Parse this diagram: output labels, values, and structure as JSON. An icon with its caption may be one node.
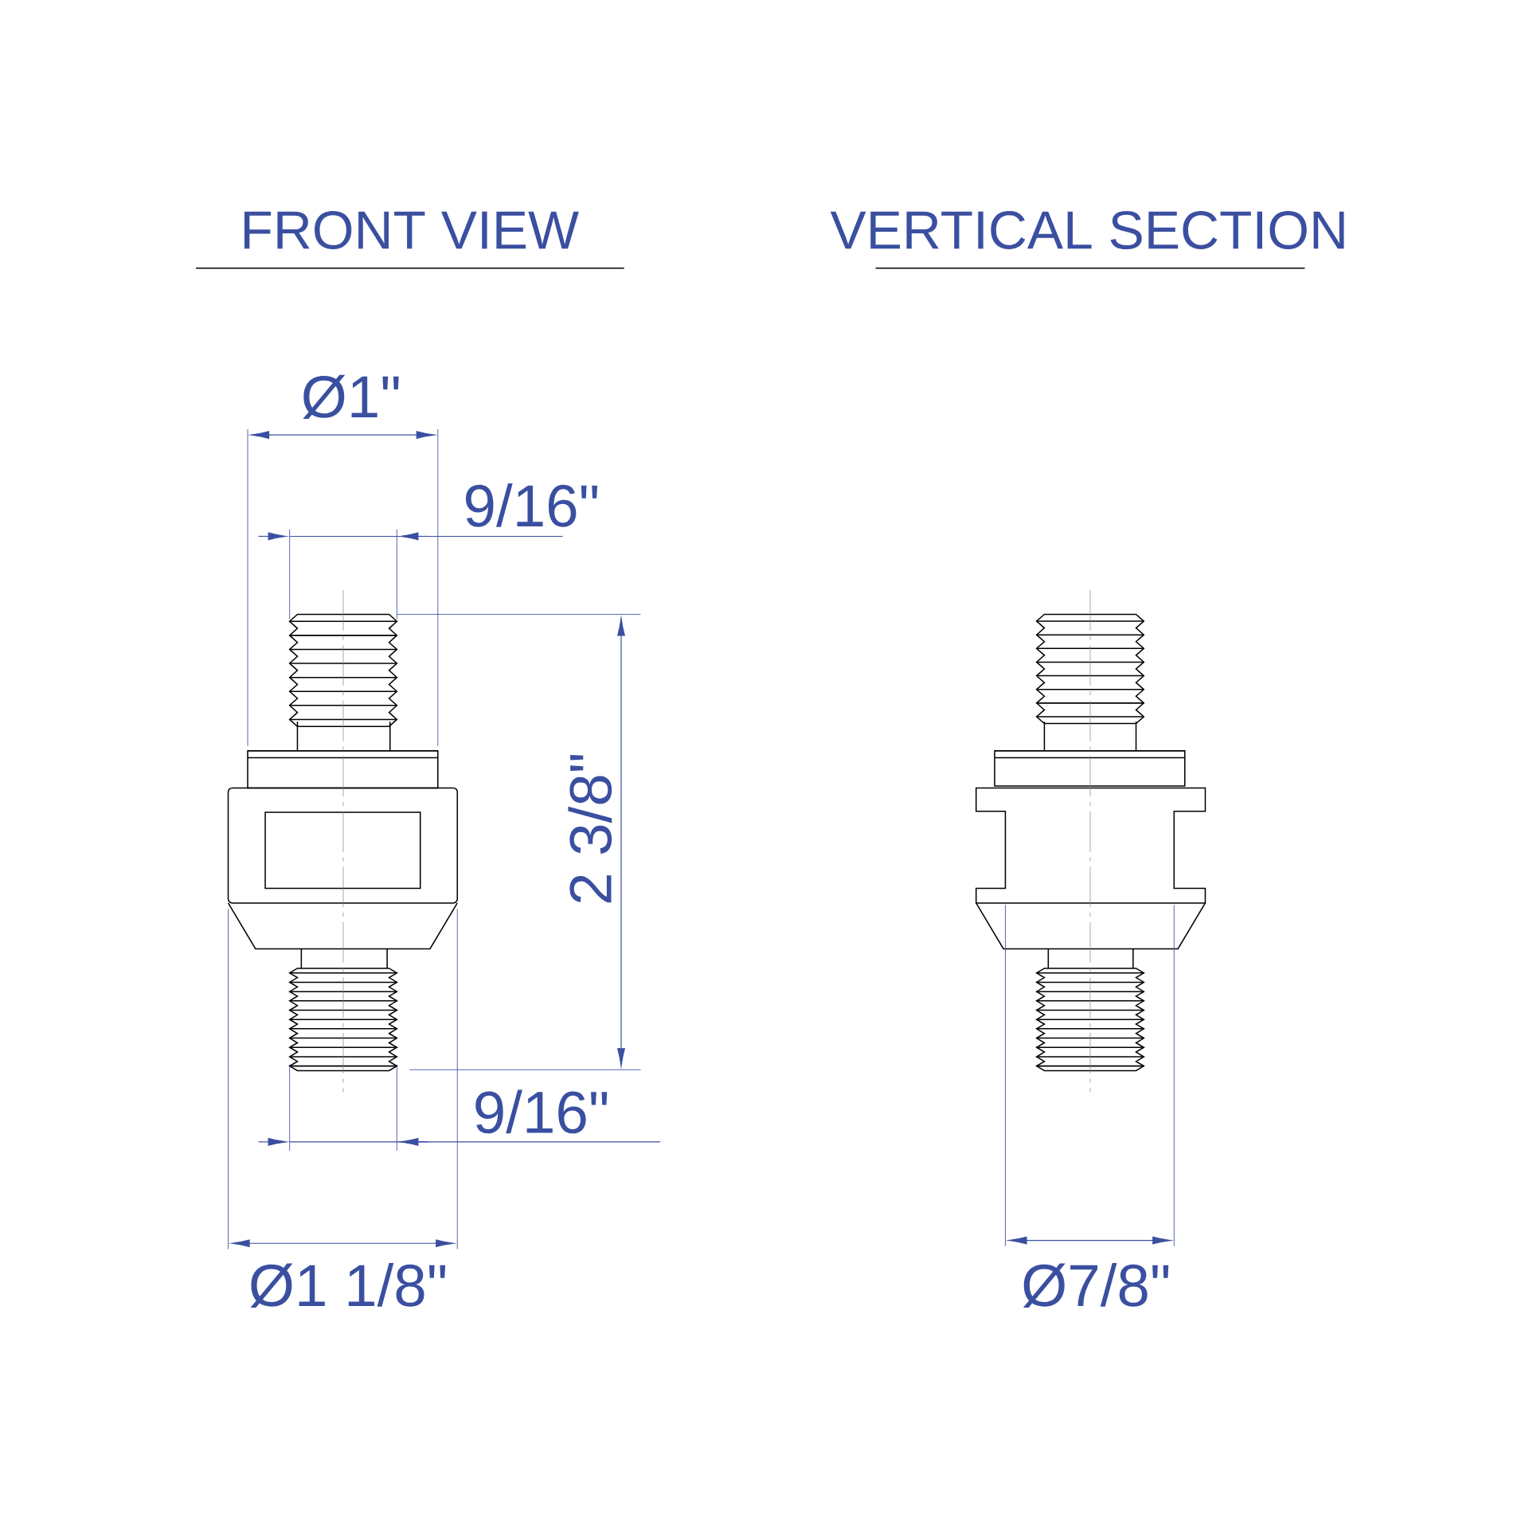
{
  "diagram": {
    "labels": [
      "FRONT VIEW",
      "VERTICAL SECTION",
      "Ø1\"",
      "9/16\"",
      "2 3/8\"",
      "9/16\"",
      "Ø1 1/8\"",
      "Ø7/8\""
    ]
  }
}
